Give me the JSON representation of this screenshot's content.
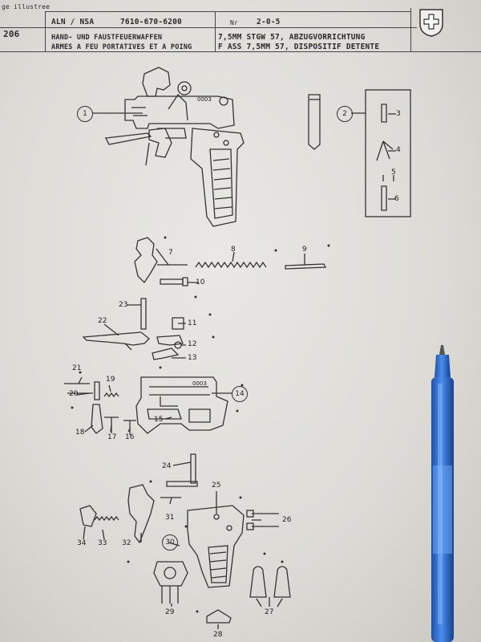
{
  "header": {
    "corner_text": "ge illustree",
    "page_number": "206",
    "aln_label": "ALN / NSA",
    "aln_value": "7610-670-6200",
    "nr_label": "Nr",
    "nr_value": "2-0-5",
    "title_de": "HAND- UND FAUSTFEUERWAFFEN",
    "title_fr": "ARMES A FEU PORTATIVES ET A POING",
    "subtitle_de": "7,5MM STGW 57, ABZUGVORRICHTUNG",
    "subtitle_fr": "F ASS 7,5MM 57, DISPOSITIF DETENTE"
  },
  "drawing": {
    "stamp_mark": "0003",
    "callouts": [
      "1",
      "2",
      "3",
      "4",
      "5",
      "6",
      "7",
      "8",
      "9",
      "10",
      "11",
      "12",
      "13",
      "14",
      "15",
      "16",
      "17",
      "18",
      "19",
      "20",
      "21",
      "22",
      "23",
      "24",
      "25",
      "26",
      "27",
      "28",
      "29",
      "30",
      "31",
      "32",
      "33",
      "34"
    ]
  },
  "colors": {
    "paper": "#e6e5e1",
    "ink": "#2a2a2a",
    "pen_body": "#2f6fd0"
  }
}
